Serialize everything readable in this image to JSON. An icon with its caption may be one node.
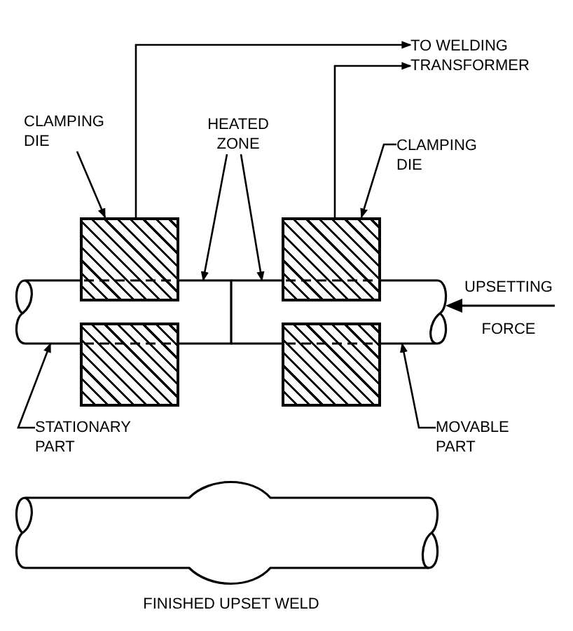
{
  "diagram": {
    "nodes": [
      {
        "text": [
          "TO WELDING TRANSFORMER"
        ]
      },
      {
        "text": [
          "CLAMPING DIE"
        ]
      },
      {
        "text": [
          "HEATED ZONE"
        ]
      },
      {
        "text": [
          "CLAMPING DIE"
        ]
      },
      {
        "text": [],
        "shape": "box"
      },
      {
        "text": [],
        "shape": "box"
      },
      {
        "text": [],
        "shape": "bar"
      },
      {
        "text": [],
        "shape": "bar"
      },
      {
        "text": [],
        "shape": "box"
      },
      {
        "text": [],
        "shape": "box"
      },
      {
        "text": [
          "STATIONARY PART"
        ]
      },
      {
        "text": [
          "MOVABLE PART"
        ]
      }
    ],
    "edges": [
      {
        "from": 4,
        "to": 0,
        "arrow": "to"
      },
      {
        "from": 5,
        "to": 0,
        "arrow": "to"
      },
      {
        "from": 1,
        "to": 4,
        "arrow": "to"
      },
      {
        "from": 2,
        "to": 6,
        "arrow": "to"
      },
      {
        "from": 2,
        "to": 7,
        "arrow": "to"
      },
      {
        "from": 3,
        "to": 5,
        "arrow": "to"
      },
      {
        "from": 10,
        "to": 6,
        "arrow": "to"
      },
      {
        "from": 11,
        "to": 7,
        "arrow": "to"
      }
    ],
    "labels": [
      "UPSETTING FORCE",
      "FINISHED UPSET WELD"
    ]
  }
}
